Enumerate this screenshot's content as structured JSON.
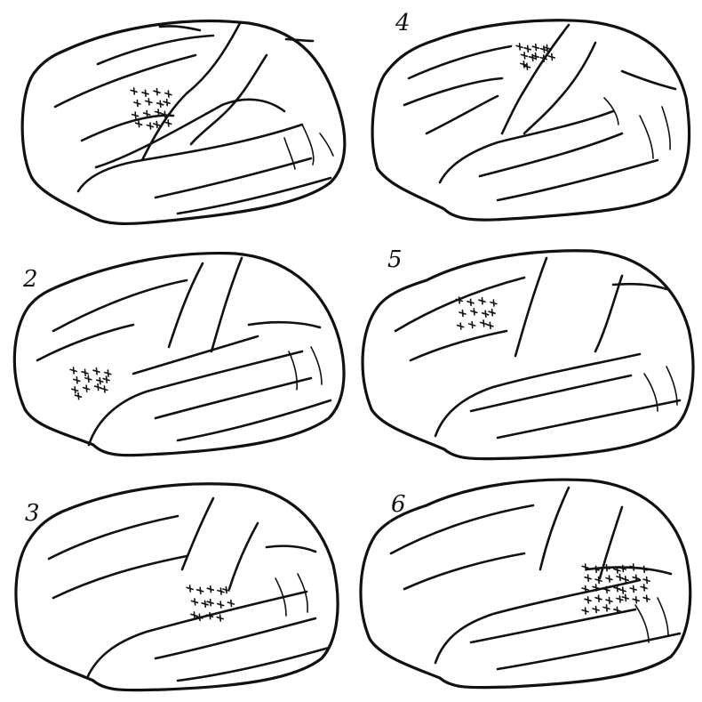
{
  "figure": {
    "panels": [
      {
        "label": "",
        "lesion_marks": 16
      },
      {
        "label": "4",
        "lesion_marks": 12
      },
      {
        "label": "2",
        "lesion_marks": 13
      },
      {
        "label": "5",
        "lesion_marks": 12
      },
      {
        "label": "3",
        "lesion_marks": 14
      },
      {
        "label": "6",
        "lesion_marks": 32
      }
    ],
    "ink_color": "#111111",
    "background_color": "#ffffff"
  }
}
